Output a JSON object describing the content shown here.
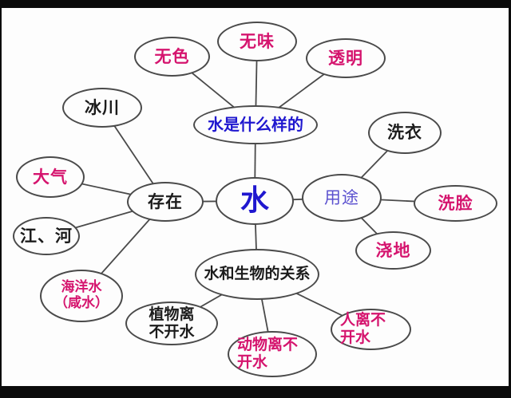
{
  "colors": {
    "magenta": "#d5146e",
    "blue": "#1f17cf",
    "purple": "#5b51cf",
    "black": "#1c1c1c",
    "outline": "#4a4a4a",
    "canvas": "#fdfdfd",
    "letterbox": "#0b0b0b"
  },
  "nodes": {
    "shui": {
      "label": "水",
      "color": "blue"
    },
    "appearance": {
      "label": "水是什么样的",
      "color": "blue"
    },
    "wuse": {
      "label": "无色",
      "color": "magenta"
    },
    "wuwei": {
      "label": "无味",
      "color": "magenta"
    },
    "touming": {
      "label": "透明",
      "color": "magenta"
    },
    "cunzai": {
      "label": "存在",
      "color": "black"
    },
    "bingchuan": {
      "label": "冰川",
      "color": "black"
    },
    "daqi": {
      "label": "大气",
      "color": "magenta"
    },
    "jianghe": {
      "label": "江、河",
      "color": "black"
    },
    "haiyang": {
      "label": "海洋水\n（咸水）",
      "color": "magenta"
    },
    "yongtu": {
      "label": "用途",
      "color": "purple"
    },
    "xiyi": {
      "label": "洗衣",
      "color": "black"
    },
    "xilian": {
      "label": "洗脸",
      "color": "magenta"
    },
    "jiaodi": {
      "label": "浇地",
      "color": "magenta"
    },
    "guanxi": {
      "label": "水和生物的关系",
      "color": "black"
    },
    "zhiwu": {
      "label": "植物离\n不开水",
      "color": "black"
    },
    "dongwu": {
      "label": "动物离不\n开水",
      "color": "magenta"
    },
    "ren": {
      "label": "人离不\n开水",
      "color": "magenta"
    }
  },
  "edges": [
    [
      "appearance",
      "wuse"
    ],
    [
      "appearance",
      "wuwei"
    ],
    [
      "appearance",
      "touming"
    ],
    [
      "shui",
      "appearance"
    ],
    [
      "shui",
      "cunzai"
    ],
    [
      "shui",
      "yongtu"
    ],
    [
      "shui",
      "guanxi"
    ],
    [
      "cunzai",
      "bingchuan"
    ],
    [
      "cunzai",
      "daqi"
    ],
    [
      "cunzai",
      "jianghe"
    ],
    [
      "cunzai",
      "haiyang"
    ],
    [
      "yongtu",
      "xiyi"
    ],
    [
      "yongtu",
      "xilian"
    ],
    [
      "yongtu",
      "jiaodi"
    ],
    [
      "guanxi",
      "zhiwu"
    ],
    [
      "guanxi",
      "dongwu"
    ],
    [
      "guanxi",
      "ren"
    ]
  ]
}
